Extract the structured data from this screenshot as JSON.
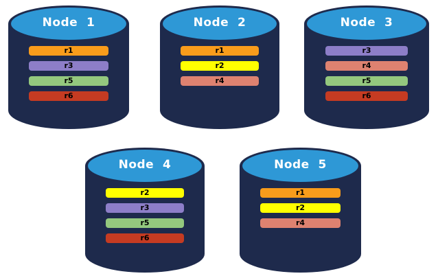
{
  "colors": {
    "background": "#FFFFFF",
    "cylinder_body": "#1E2A4C",
    "cylinder_top": "#2E98D6",
    "node_label_text": "#FFFFFF",
    "replica_label_text": "#000000"
  },
  "replica_colors": {
    "r1": "#F99C1B",
    "r2": "#FFFF00",
    "r3": "#8D7EC8",
    "r4": "#DE8270",
    "r5": "#94C87E",
    "r6": "#C53B22"
  },
  "nodes": [
    {
      "label": "Node  1",
      "replicas": [
        "r1",
        "r3",
        "r5",
        "r6"
      ]
    },
    {
      "label": "Node  2",
      "replicas": [
        "r1",
        "r2",
        "r4"
      ]
    },
    {
      "label": "Node  3",
      "replicas": [
        "r3",
        "r4",
        "r5",
        "r6"
      ]
    },
    {
      "label": "Node  4",
      "replicas": [
        "r2",
        "r3",
        "r5",
        "r6"
      ]
    },
    {
      "label": "Node  5",
      "replicas": [
        "r1",
        "r2",
        "r4"
      ]
    }
  ]
}
